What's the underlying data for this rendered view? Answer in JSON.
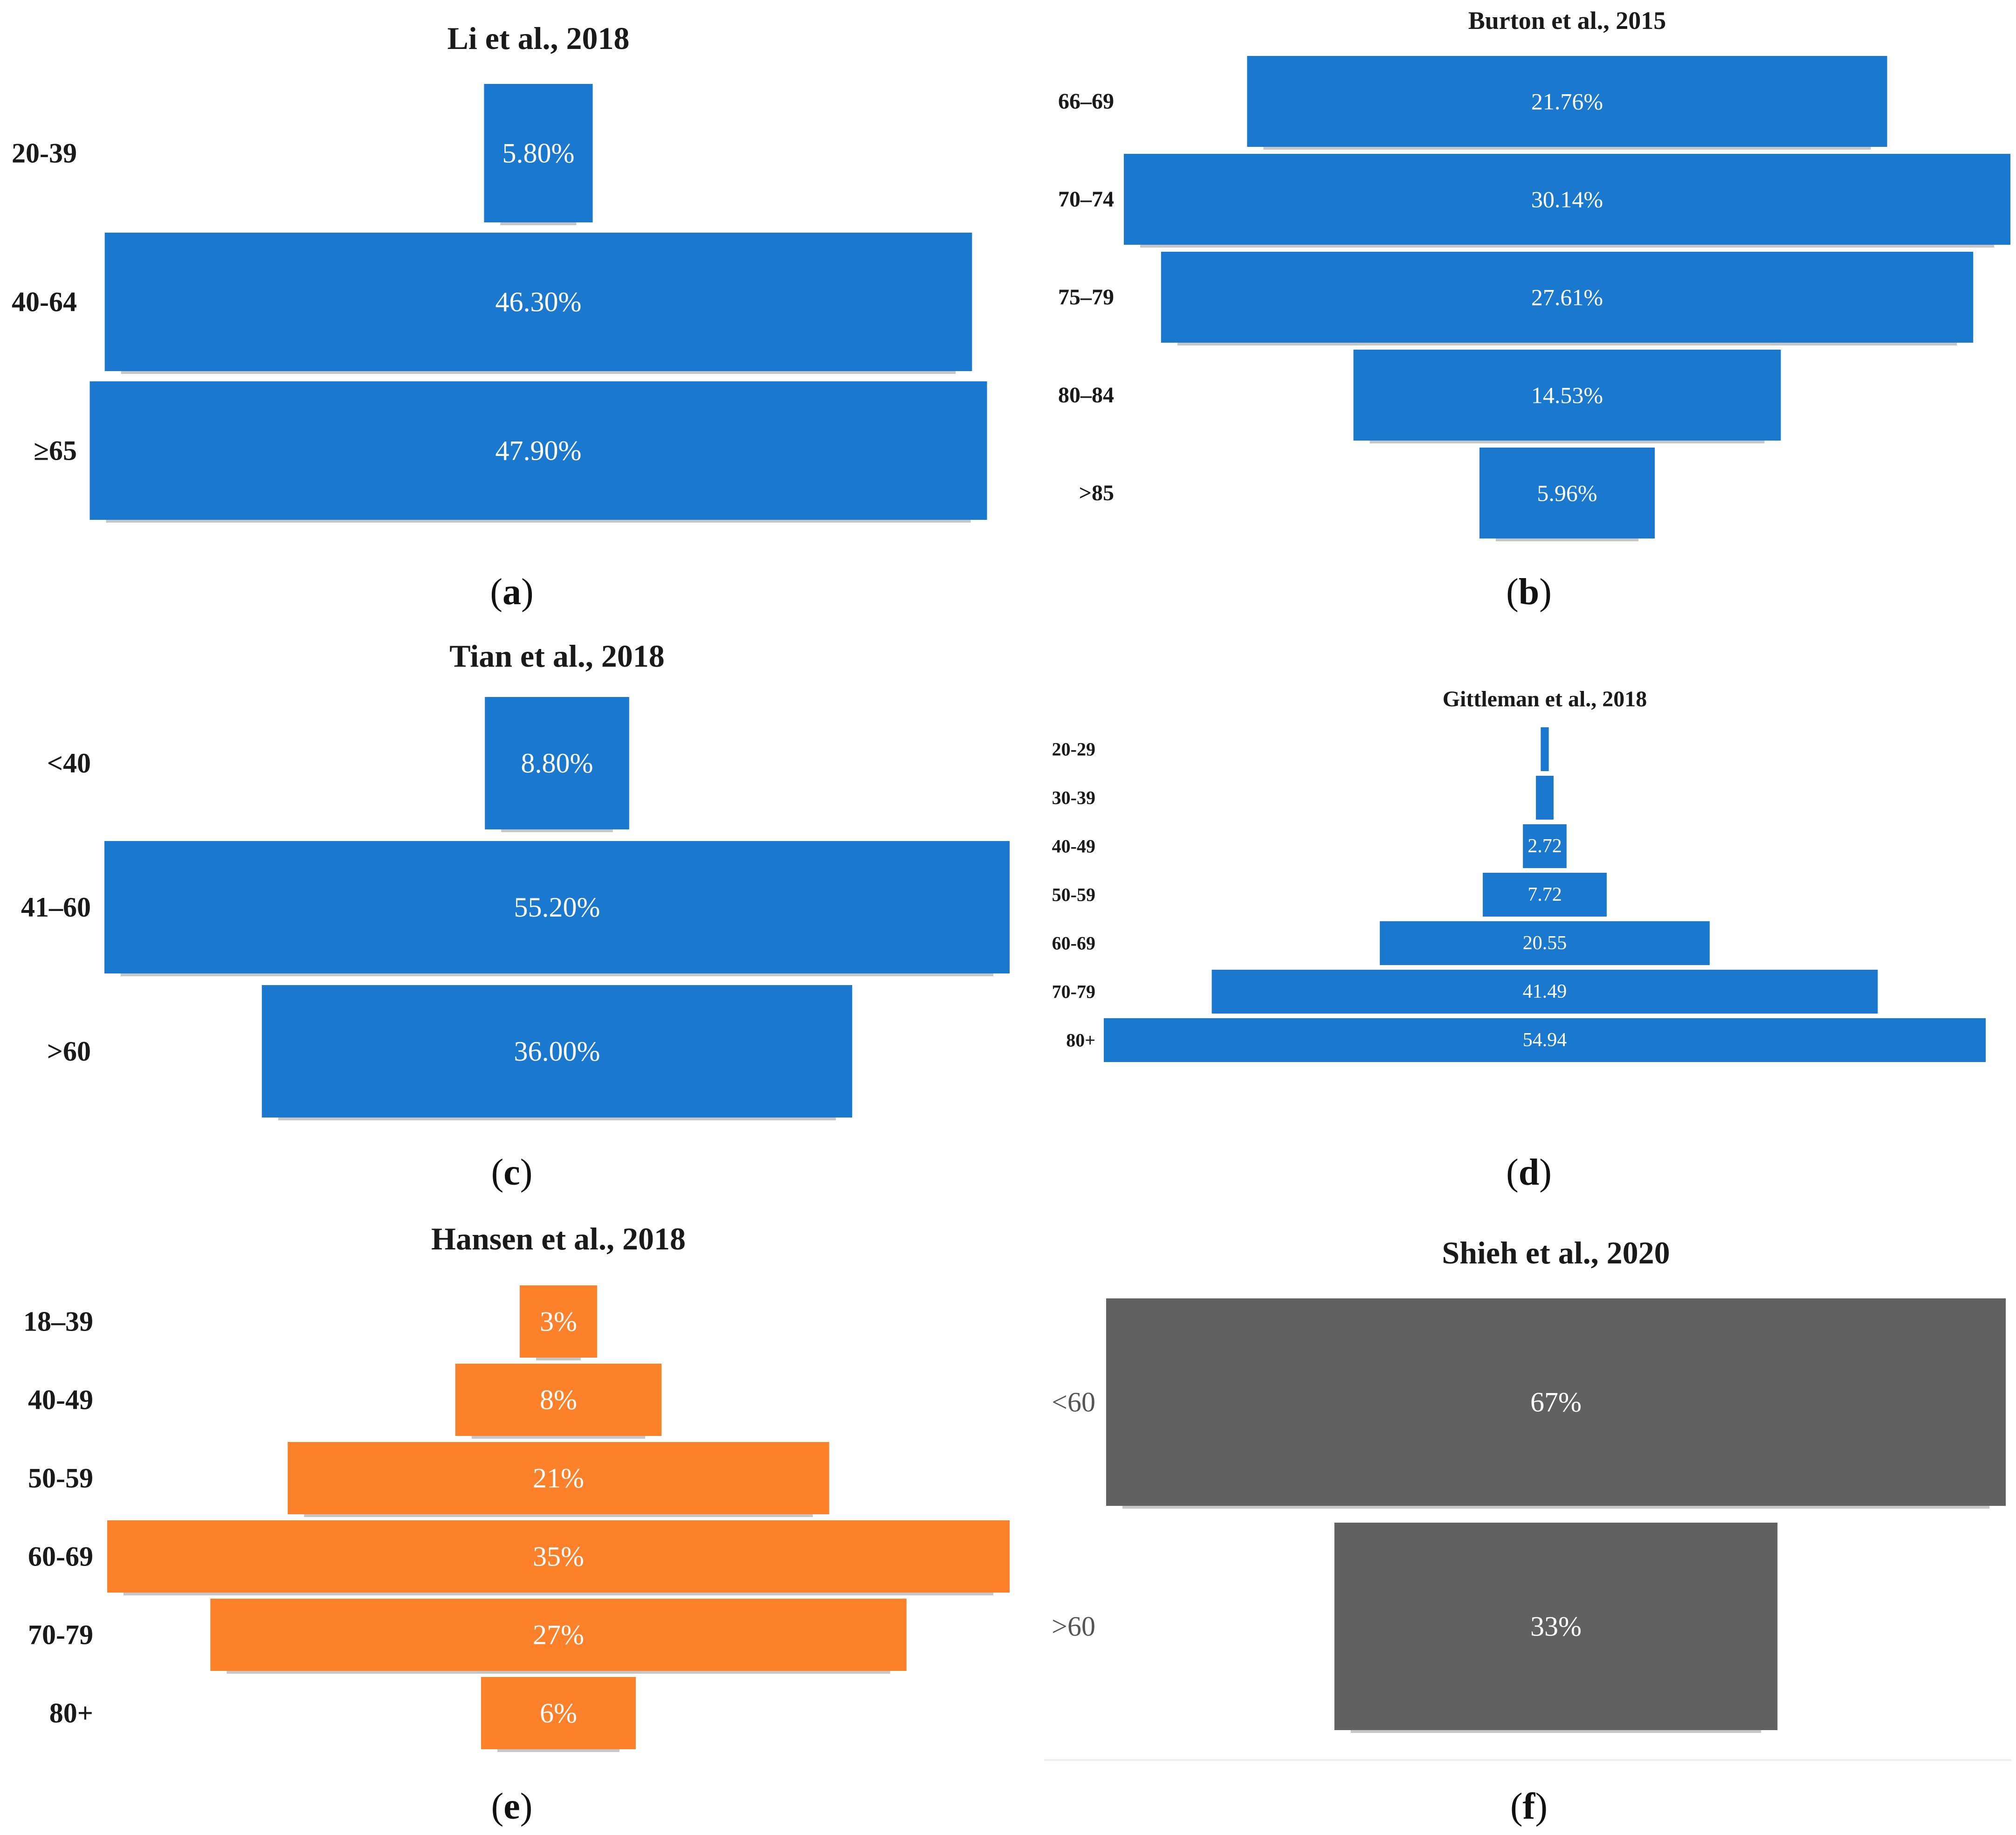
{
  "figure": {
    "captions": [
      "a",
      "b",
      "c",
      "d",
      "e",
      "f"
    ]
  },
  "colors": {
    "blue": "#1a78cf",
    "orange": "#fd812a",
    "gray": "#616161",
    "shadow": "#b8b8b8"
  },
  "chart_data": [
    {
      "type": "funnel",
      "panel": "a",
      "title": "Li et al., 2018",
      "color": "#1a78cf",
      "categories": [
        "20-39",
        "40-64",
        "≥65"
      ],
      "values": [
        5.8,
        46.3,
        47.9
      ],
      "labels": [
        "5.80%",
        "46.30%",
        "47.90%"
      ]
    },
    {
      "type": "funnel",
      "panel": "b",
      "title": "Burton et al., 2015",
      "color": "#1a78cf",
      "categories": [
        "66–69",
        "70–74",
        "75–79",
        "80–84",
        ">85"
      ],
      "values": [
        21.76,
        30.14,
        27.61,
        14.53,
        5.96
      ],
      "labels": [
        "21.76%",
        "30.14%",
        "27.61%",
        "14.53%",
        "5.96%"
      ]
    },
    {
      "type": "funnel",
      "panel": "c",
      "title": "Tian et al., 2018",
      "color": "#1a78cf",
      "categories": [
        "<40",
        "41–60",
        ">60"
      ],
      "values": [
        8.8,
        55.2,
        36.0
      ],
      "labels": [
        "8.80%",
        "55.20%",
        "36.00%"
      ]
    },
    {
      "type": "funnel",
      "panel": "d",
      "title": "Gittleman et al., 2018",
      "color": "#1a78cf",
      "categories": [
        "20-29",
        "30-39",
        "40-49",
        "50-59",
        "60-69",
        "70-79",
        "80+"
      ],
      "values": [
        0.5,
        1.1,
        2.72,
        7.72,
        20.55,
        41.49,
        54.94
      ],
      "labels": [
        "",
        "",
        "2.72",
        "7.72",
        "20.55",
        "41.49",
        "54.94"
      ]
    },
    {
      "type": "funnel",
      "panel": "e",
      "title": "Hansen et al., 2018",
      "color": "#fd812a",
      "categories": [
        "18–39",
        "40-49",
        "50-59",
        "60-69",
        "70-79",
        "80+"
      ],
      "values": [
        3,
        8,
        21,
        35,
        27,
        6
      ],
      "labels": [
        "3%",
        "8%",
        "21%",
        "35%",
        "27%",
        "6%"
      ]
    },
    {
      "type": "funnel",
      "panel": "f",
      "title": "Shieh et al., 2020",
      "color": "#616161",
      "categories": [
        "<60",
        ">60"
      ],
      "values": [
        67,
        33
      ],
      "labels": [
        "67%",
        "33%"
      ]
    }
  ]
}
